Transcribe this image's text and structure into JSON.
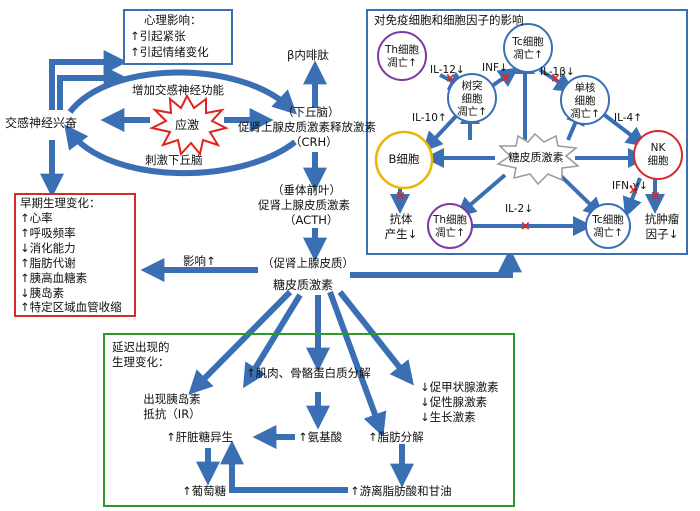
{
  "psych": {
    "title": "心理影响：",
    "items": [
      "↑引起紧张",
      "↑引起情绪变化"
    ]
  },
  "sympathetic": "交感神经兴奋",
  "increase_sympathetic": "增加交感神经功能",
  "stress": "应激",
  "stimulate_hypothalamus": "刺激下丘脑",
  "beta_endorphin": "β内啡肽",
  "hypothalamus": "（下丘脑）",
  "crh": "促肾上腺皮质激素释放激素",
  "crh_abbr": "（CRH）",
  "pituitary": "（垂体前叶）",
  "acth": "促肾上腺皮质激素",
  "acth_abbr": "（ACTH）",
  "adrenal_cortex": "（促肾上腺皮质）",
  "glucocorticoid": "糖皮质激素",
  "influence": "影响↑",
  "early": {
    "title": "早期生理变化：",
    "items": [
      "↑心率",
      "↑呼吸频率",
      "↓消化能力",
      "↑脂肪代谢",
      "↑胰高血糖素",
      "↓胰岛素",
      "↑特定区域血管收缩"
    ]
  },
  "immune": {
    "title": "对免疫细胞和细胞因子的影响",
    "th_top": "Th细胞\n凋亡↑",
    "tc_top": "Tc细胞\n凋亡↑",
    "dendritic": "树突\n细胞\n凋亡↑",
    "mono": "单核\n细胞\n凋亡↑",
    "b_cell": "B细胞",
    "nk": "NK\n细胞",
    "glucocorticoid": "糖皮质激素",
    "th_bottom": "Th细胞\n凋亡↑",
    "tc_bottom": "Tc细胞\n凋亡↑",
    "antibody": "抗体\n产生↓",
    "antitumor": "抗肿瘤\n因子↓",
    "il12": "IL-12↓",
    "inf": "INF↓",
    "il1b": "IL-1β↓",
    "il10": "IL-10↑",
    "il4": "IL-4↑",
    "ifn": "IFN-γ↓",
    "il2": "IL-2↓"
  },
  "delayed": {
    "title": "延迟出现的\n生理变化：",
    "insulin_resistance": "出现胰岛素\n抵抗（IR）",
    "muscle_protein": "↑肌肉、骨骼蛋白质分解",
    "hormones": "↓促甲状腺激素\n↓促性腺激素\n↓生长激素",
    "gluconeogenesis": "↑肝脏糖异生",
    "amino_acid": "↑氨基酸",
    "lipolysis": "↑脂肪分解",
    "glucose": "↑葡萄糖",
    "fatty_acid": "↑游离脂肪酸和甘油"
  },
  "colors": {
    "arrow": "#3a6fb4",
    "box_blue": "#3a6fb4",
    "box_red": "#d42a2a",
    "box_green": "#2a9a2a",
    "circle_purple": "#7a3aa8",
    "circle_blue": "#3a6fb4",
    "circle_yellow": "#e8b800",
    "circle_red": "#d42a2a",
    "inhibit": "#e0231f"
  }
}
